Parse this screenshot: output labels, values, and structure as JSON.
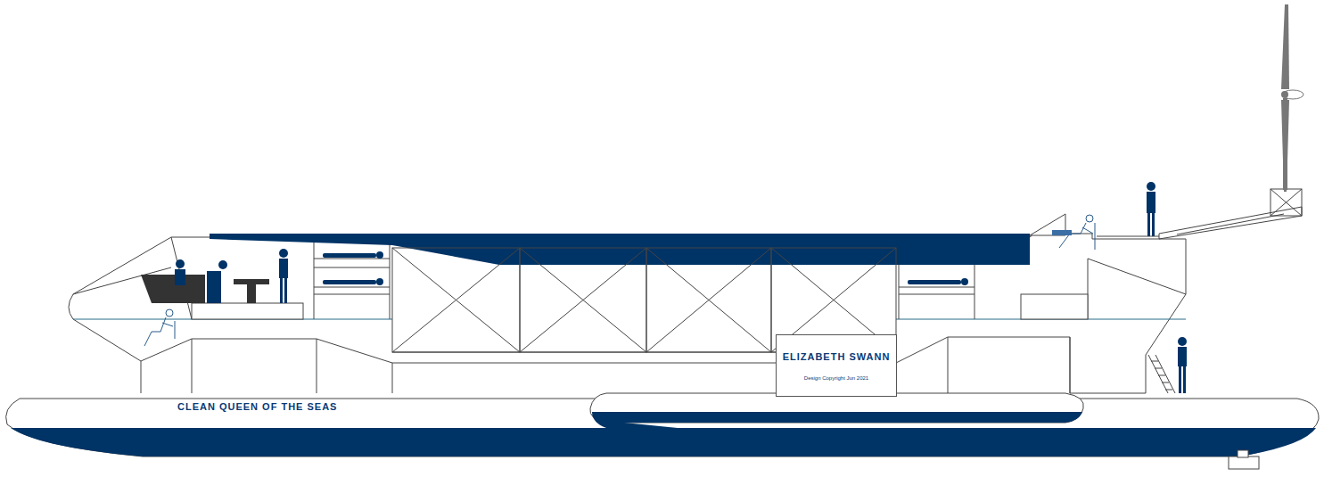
{
  "diagram": {
    "nodes": [
      {
        "text": [
          "ELIZABETH SWANN",
          "Design Copyright Jun 2021"
        ]
      }
    ],
    "labels": [
      "CLEAN QUEEN OF THE SEAS"
    ]
  }
}
